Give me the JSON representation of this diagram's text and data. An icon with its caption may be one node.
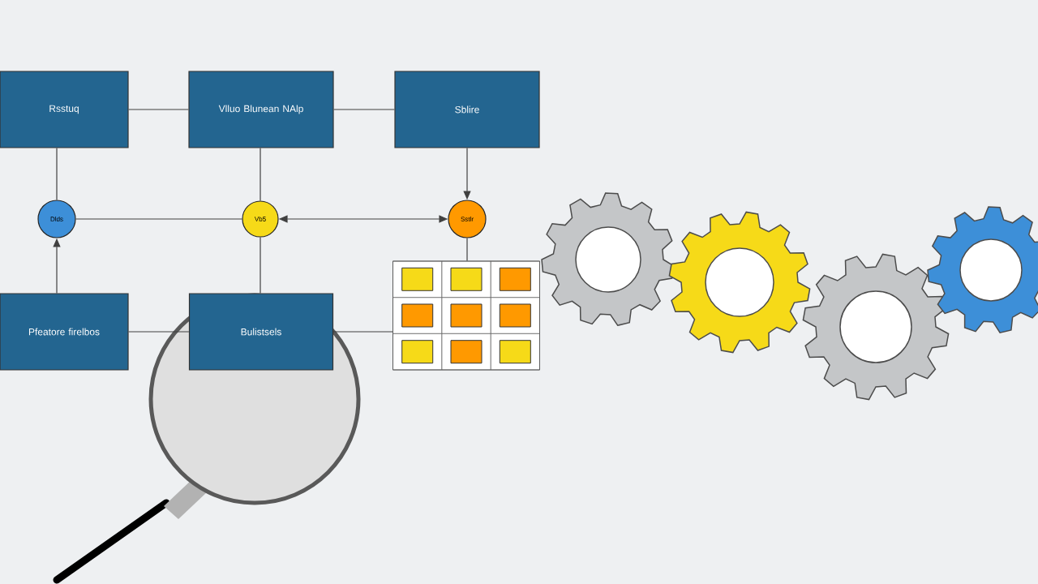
{
  "diagram": {
    "nodes": [
      {
        "text": [
          "Rsstuq"
        ]
      },
      {
        "text": [
          "Vlluo Blunean NAlp"
        ]
      },
      {
        "text": [
          "Sblire"
        ]
      },
      {
        "text": [
          "Dlds"
        ]
      },
      {
        "text": [
          "Vb5"
        ]
      },
      {
        "text": [
          "Sstlr"
        ]
      },
      {
        "text": [
          "Pfeatore firelbos"
        ]
      },
      {
        "text": [
          "Bulistsels"
        ]
      },
      {
        "text": [],
        "shape": "box"
      }
    ],
    "edges": [
      {
        "from": 0,
        "to": 1,
        "arrow": "none"
      },
      {
        "from": 1,
        "to": 2,
        "arrow": "none"
      },
      {
        "from": 0,
        "to": 3,
        "arrow": "none"
      },
      {
        "from": 1,
        "to": 4,
        "arrow": "none"
      },
      {
        "from": 2,
        "to": 5,
        "arrow": "to"
      },
      {
        "from": 3,
        "to": 4,
        "arrow": "none"
      },
      {
        "from": 4,
        "to": 5,
        "arrow": "both"
      },
      {
        "from": 6,
        "to": 3,
        "arrow": "to"
      },
      {
        "from": 4,
        "to": 7,
        "arrow": "none"
      },
      {
        "from": 6,
        "to": 7,
        "arrow": "none"
      },
      {
        "from": 7,
        "to": 8,
        "arrow": "none"
      },
      {
        "from": 5,
        "to": 8,
        "arrow": "none"
      }
    ]
  }
}
